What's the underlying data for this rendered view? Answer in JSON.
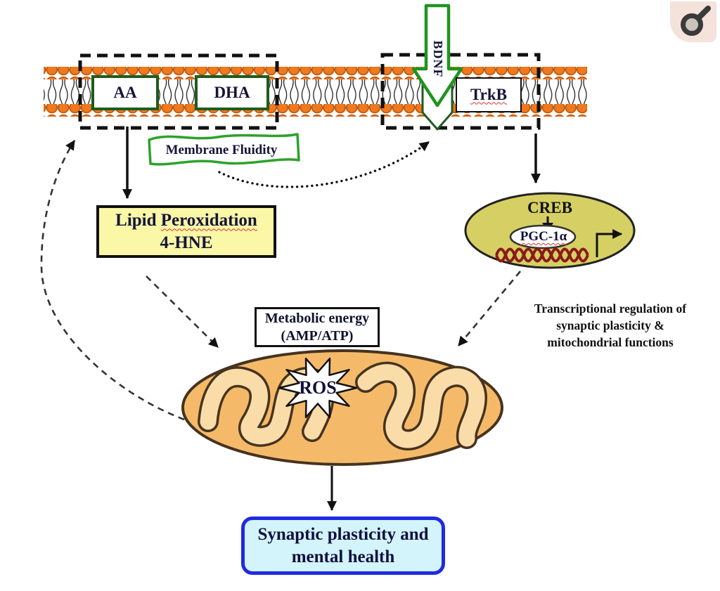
{
  "membrane": {
    "aa_label": "AA",
    "dha_label": "DHA",
    "trkb_label": "TrkB",
    "bdnf_label": "BDNF",
    "fluidity_label": "Membrane Fluidity"
  },
  "boxes": {
    "lipid_word1": "Lipid",
    "lipid_word2": "Peroxidation",
    "lipid_line2": "4-HNE",
    "metabolic_line1": "Metabolic energy",
    "metabolic_line2": "(AMP/ATP)",
    "synaptic_line1": "Synaptic plasticity and",
    "synaptic_line2": "mental health"
  },
  "nucleus": {
    "creb_label": "CREB",
    "pgc_label": "PGC-1α"
  },
  "mitochondrion": {
    "ros_label": "ROS"
  },
  "notes": {
    "transcription_line1": "Transcriptional regulation of",
    "transcription_line2": "synaptic plasticity &",
    "transcription_line3": "mitochondrial functions"
  },
  "colors": {
    "membrane_head": "#F0791E",
    "membrane_head_border": "#C05A0E",
    "green_accent": "#1F9420",
    "dark_green_border": "#1F5C1F",
    "banner_green": "#2BA32B",
    "lipid_box_fill": "#FAF7A6",
    "nucleus_fill": "#D6CF63",
    "dna_red": "#8B1A1A",
    "mitochondrion_fill": "#F5BA69",
    "cristae_fill": "#F9DCA8",
    "mitochondrion_border": "#46331F",
    "synaptic_fill": "#D2F4FA",
    "synaptic_border": "#1F2BE0",
    "spellcheck_red": "#E03030",
    "text_dark": "#14143A",
    "badge_bg": "#F5E2DB",
    "badge_glyph": "#3A3A3A"
  }
}
